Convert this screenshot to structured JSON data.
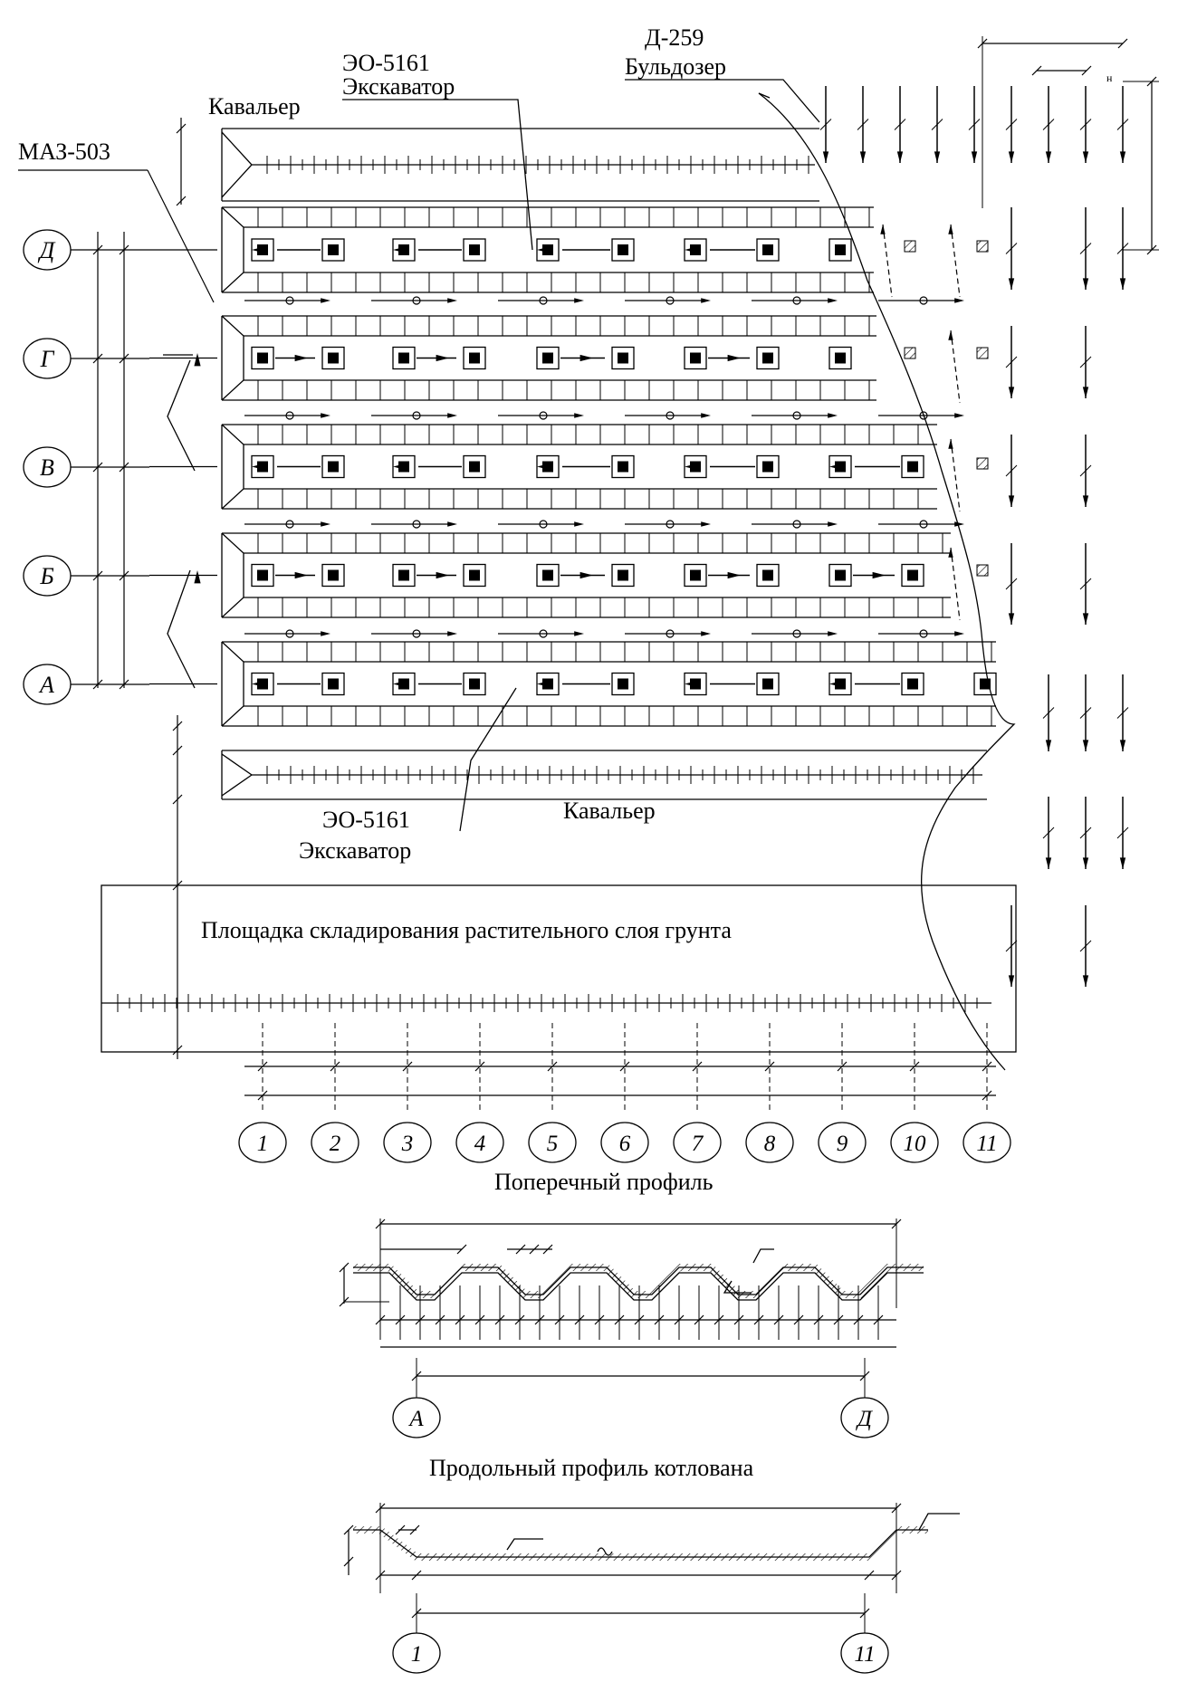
{
  "labels": {
    "excavator_top_model": "ЭО-5161",
    "excavator_top_name": "Экскаватор",
    "bulldozer_model": "Д-259",
    "bulldozer_name": "Бульдозер",
    "cavalier_top": "Кавальер",
    "truck_model": "МАЗ-503",
    "excavator_bottom_model": "ЭО-5161",
    "excavator_bottom_name": "Экскаватор",
    "cavalier_bottom": "Кавальер",
    "storage_area": "Площадка складирования растительного слоя грунта",
    "cross_profile_title": "Поперечный профиль",
    "long_profile_title": "Продольный профиль котлована",
    "level_mark_h": "н"
  },
  "row_axes": [
    "Д",
    "Г",
    "В",
    "Б",
    "А"
  ],
  "column_axes": [
    "1",
    "2",
    "3",
    "4",
    "5",
    "6",
    "7",
    "8",
    "9",
    "10",
    "11"
  ],
  "cross_profile_axes": [
    "А",
    "Д"
  ],
  "long_profile_axes": [
    "1",
    "11"
  ],
  "colors": {
    "ink": "#000000",
    "paper": "#ffffff"
  }
}
